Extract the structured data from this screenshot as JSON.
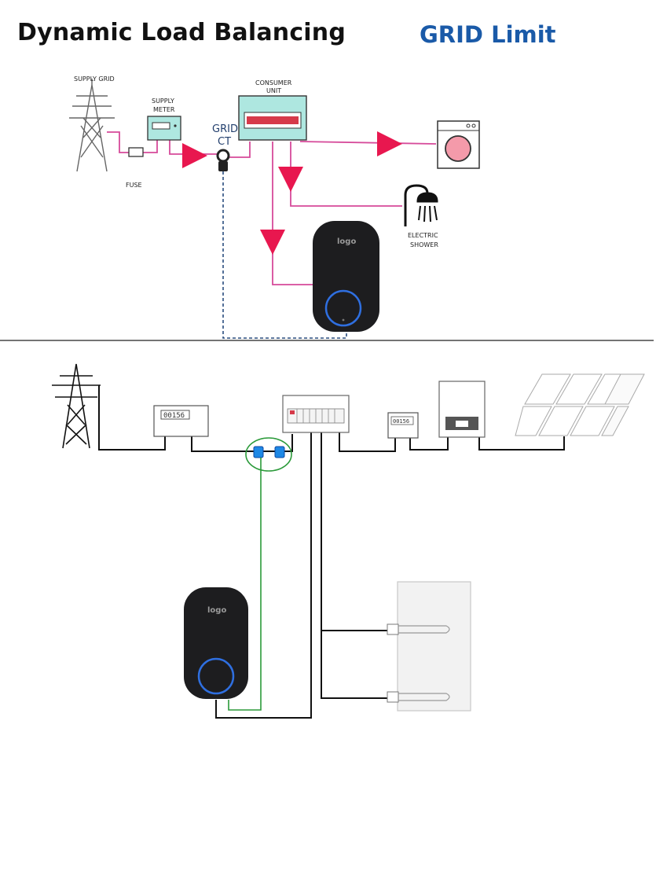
{
  "header": {
    "title": "Dynamic Load Balancing",
    "mode_label": "GRID Limit"
  },
  "colors": {
    "accent_blue": "#1a5aa8",
    "power_line": "#d64a9a",
    "flow_arrow": "#e8174f",
    "ct_signal": "#2a4d7f",
    "green_signal": "#2b9a3a",
    "charger_ring": "#2f6fe0"
  },
  "top_diagram": {
    "supply_grid_label": "SUPPLY GRID",
    "supply_meter_label_1": "SUPPLY",
    "supply_meter_label_2": "METER",
    "fuse_label": "FUSE",
    "grid_ct_label_1": "GRID",
    "grid_ct_label_2": "CT",
    "consumer_unit_label_1": "CONSUMER",
    "consumer_unit_label_2": "UNIT",
    "electric_shower_label_1": "ELECTRIC",
    "electric_shower_label_2": "SHOWER",
    "charger_logo": "logo",
    "icons": [
      "pylon-icon",
      "meter-icon",
      "fuse-icon",
      "ct-clamp-icon",
      "consumer-unit-icon",
      "washing-machine-icon",
      "shower-icon",
      "ev-charger-icon"
    ]
  },
  "bottom_diagram": {
    "grid_meter_reading": "00156",
    "solar_meter_reading": "00156",
    "charger_logo": "logo",
    "icons": [
      "pylon-icon",
      "meter-icon",
      "consumer-unit-icon",
      "ct-clamp-icon",
      "inverter-icon",
      "solar-panel-icon",
      "ev-charger-icon",
      "water-heater-icon"
    ]
  }
}
